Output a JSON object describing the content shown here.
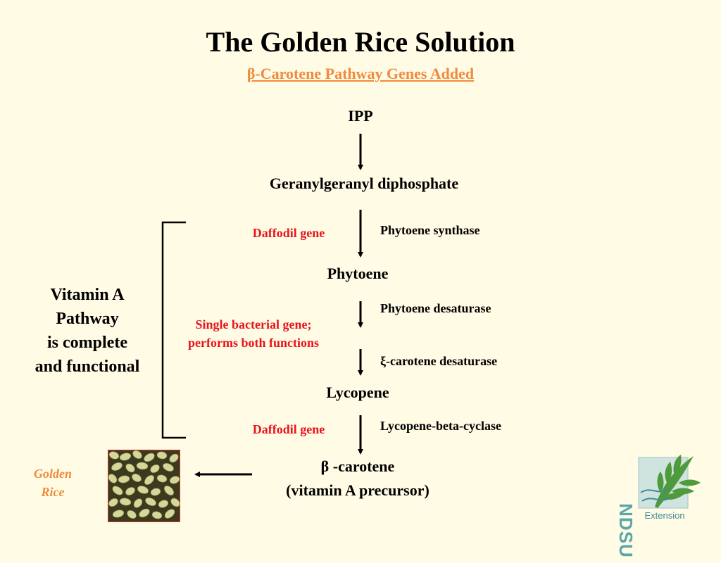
{
  "title": "The Golden Rice Solution",
  "subtitle": "β-Carotene Pathway Genes Added",
  "pathway": {
    "ipp": "IPP",
    "ggpp": "Geranylgeranyl diphosphate",
    "phytoene": "Phytoene",
    "lycopene": "Lycopene",
    "beta_carotene": "β -carotene",
    "beta_carotene_note": "(vitamin A precursor)"
  },
  "enzymes": {
    "phytoene_synthase": "Phytoene synthase",
    "phytoene_desaturase": "Phytoene desaturase",
    "xi_carotene_desaturase": "ξ-carotene desaturase",
    "lycopene_beta_cyclase": "Lycopene-beta-cyclase"
  },
  "genes": {
    "daffodil_1": "Daffodil gene",
    "bacterial_line1": "Single bacterial gene;",
    "bacterial_line2": "performs both functions",
    "daffodil_2": "Daffodil gene"
  },
  "side_label": {
    "line1": "Vitamin A",
    "line2": "Pathway",
    "line3": "is complete",
    "line4": "and functional"
  },
  "golden_rice": {
    "line1": "Golden",
    "line2": "Rice"
  },
  "logo": {
    "letters": "NDSU",
    "extension": "Extension"
  },
  "colors": {
    "background": "#fffbe5",
    "subtitle": "#f08a3c",
    "gene_text": "#e8141c",
    "logo": "#5aa6ad"
  }
}
